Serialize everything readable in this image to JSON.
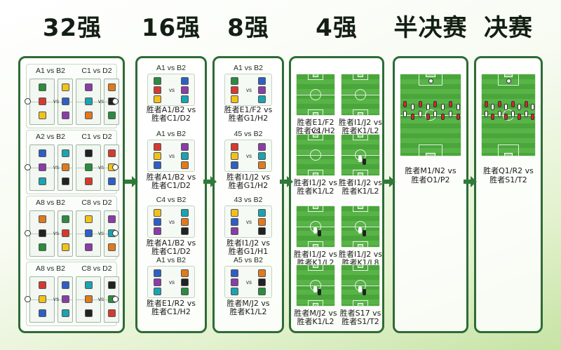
{
  "stages": [
    {
      "title": "32强"
    },
    {
      "title": "16强"
    },
    {
      "title": "8强"
    },
    {
      "title": "4强"
    },
    {
      "title": "半决赛"
    },
    {
      "title": "决赛"
    }
  ],
  "round32": {
    "groups": [
      {
        "left": "A1 vs B2",
        "right": "C1 vs D2"
      },
      {
        "left": "A2 vs B2",
        "right": "C1 vs D2"
      },
      {
        "left": "A8 vs B2",
        "right": "C8 vs D2"
      },
      {
        "left": "A8 vs B2",
        "right": "C8 vs D2"
      }
    ],
    "vs_mark": "vs"
  },
  "round16": {
    "cards": [
      {
        "title": "A1 vs B2",
        "winner_line1": "胜者A1/B2 vs",
        "winner_line2": "胜者C1/D2"
      },
      {
        "title": "A1 vs B2",
        "winner_line1": "胜者A1/B2 vs",
        "winner_line2": "胜者C1/D2"
      },
      {
        "title": "C4 vs B2",
        "winner_line1": "胜者A1/B2 vs",
        "winner_line2": "胜者C1/D2"
      },
      {
        "title": "A1 vs B2",
        "winner_line1": "胜者E1/R2 vs",
        "winner_line2": "胜者C1/H2"
      }
    ],
    "vs_mark": "vs"
  },
  "round8": {
    "cards": [
      {
        "title": "A1 vs B2",
        "winner_line1": "胜者E1/F2 vs",
        "winner_line2": "胜者G1/H2"
      },
      {
        "title": "45 vs B2",
        "winner_line1": "胜者I1/J2 vs",
        "winner_line2": "胜者G1/H2"
      },
      {
        "title": "43 vs B2",
        "winner_line1": "胜者I1/J2 vs",
        "winner_line2": "胜者G1/H1"
      },
      {
        "title": "A5 vs B2",
        "winner_line1": "胜者M/J2 vs",
        "winner_line2": "胜者K1/L2"
      }
    ],
    "vs_mark": "vs"
  },
  "round4": {
    "matches": [
      {
        "line1": "胜者E1/F2 vs",
        "line2": "胜者C1/H2"
      },
      {
        "line1": "胜者I1/J2 vs",
        "line2": "胜者K1/L2"
      },
      {
        "line1": "胜者I1/J2 vs",
        "line2": "胜者K1/L2"
      },
      {
        "line1": "胜者I1/J2 vs",
        "line2": "胜者K1/L2"
      },
      {
        "line1": "胜者I1/J2 vs",
        "line2": "胜者K1/L2"
      },
      {
        "line1": "胜者I1/J2 vs",
        "line2": "胜者K1/L8"
      },
      {
        "line1": "胜者M/J2 vs",
        "line2": "胜者K1/L2"
      },
      {
        "line1": "胜者S17 vs",
        "line2": "胜者S1/T2"
      }
    ]
  },
  "semifinal": {
    "line1": "胜者M1/N2 vs",
    "line2": "胜者O1/P2"
  },
  "final": {
    "line1": "胜者Q1/R2 vs",
    "line2": "胜者S1/T2"
  },
  "colors": {
    "frame": "#2e6b36",
    "arrow": "#2f7a3a",
    "pitch": "#4aa63b",
    "team_red": "#d8262b",
    "team_white": "#ffffff"
  }
}
